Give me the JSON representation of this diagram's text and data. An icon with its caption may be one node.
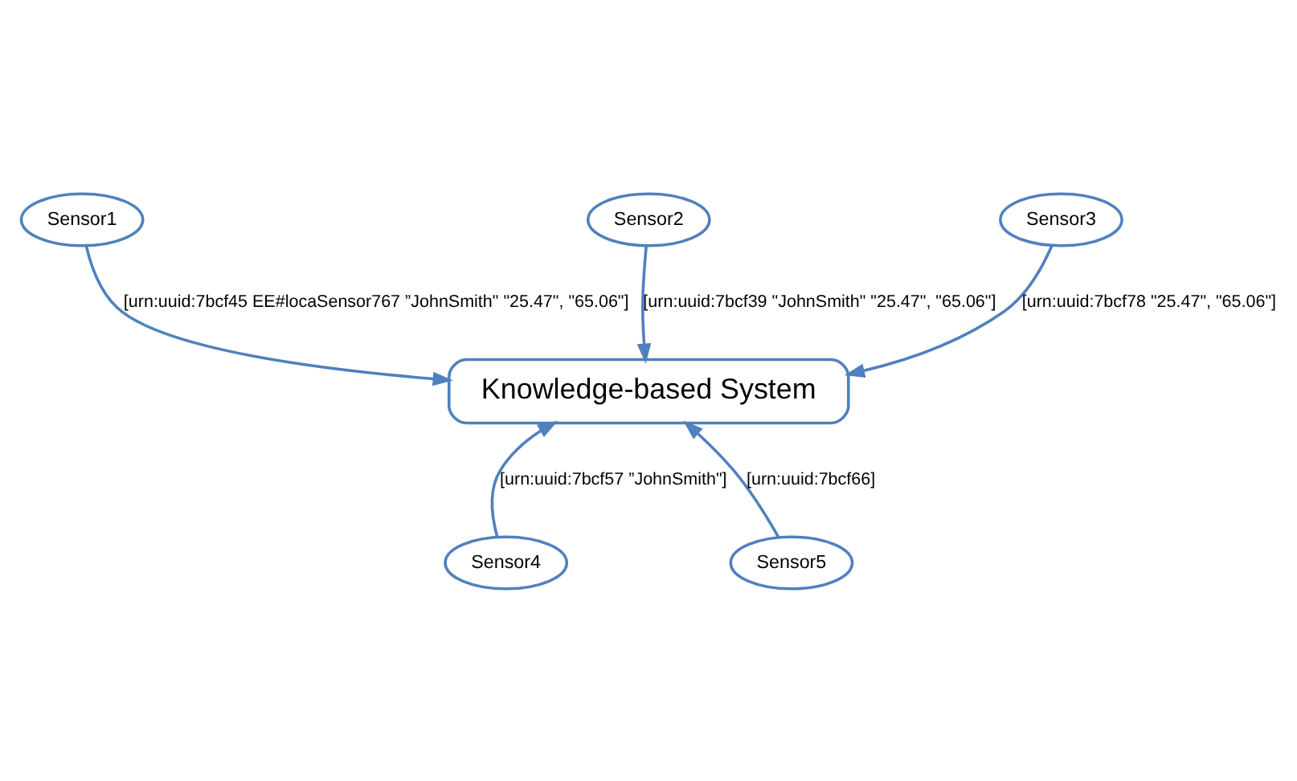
{
  "diagram": {
    "nodes": [
      {
        "text": [
          "Sensor1"
        ]
      },
      {
        "text": [
          "Sensor2"
        ]
      },
      {
        "text": [
          "Knowledge-based System"
        ]
      },
      {
        "text": [
          "Sensor3"
        ]
      },
      {
        "text": [
          "Sensor4"
        ]
      },
      {
        "text": [
          "Sensor5"
        ]
      }
    ],
    "edges": [
      {
        "from": 0,
        "to": 2,
        "arrow": "to",
        "label": "[urn:uuid:7bcf45 EE#locaSensor767 ”JohnSmith\" \"25.47\", \"65.06\"]"
      },
      {
        "from": 1,
        "to": 2,
        "arrow": "to",
        "label": "[urn:uuid:7bcf39 \"JohnSmith\" \"25.47\", \"65.06\"]"
      },
      {
        "from": 3,
        "to": 2,
        "arrow": "to",
        "label": "[urn:uuid:7bcf78 \"25.47\", \"65.06\"]"
      },
      {
        "from": 4,
        "to": 2,
        "arrow": "to",
        "label": "[urn:uuid:7bcf57 ”JohnSmith\"]"
      },
      {
        "from": 5,
        "to": 2,
        "arrow": "to",
        "label": "[urn:uuid:7bcf66]"
      }
    ]
  }
}
